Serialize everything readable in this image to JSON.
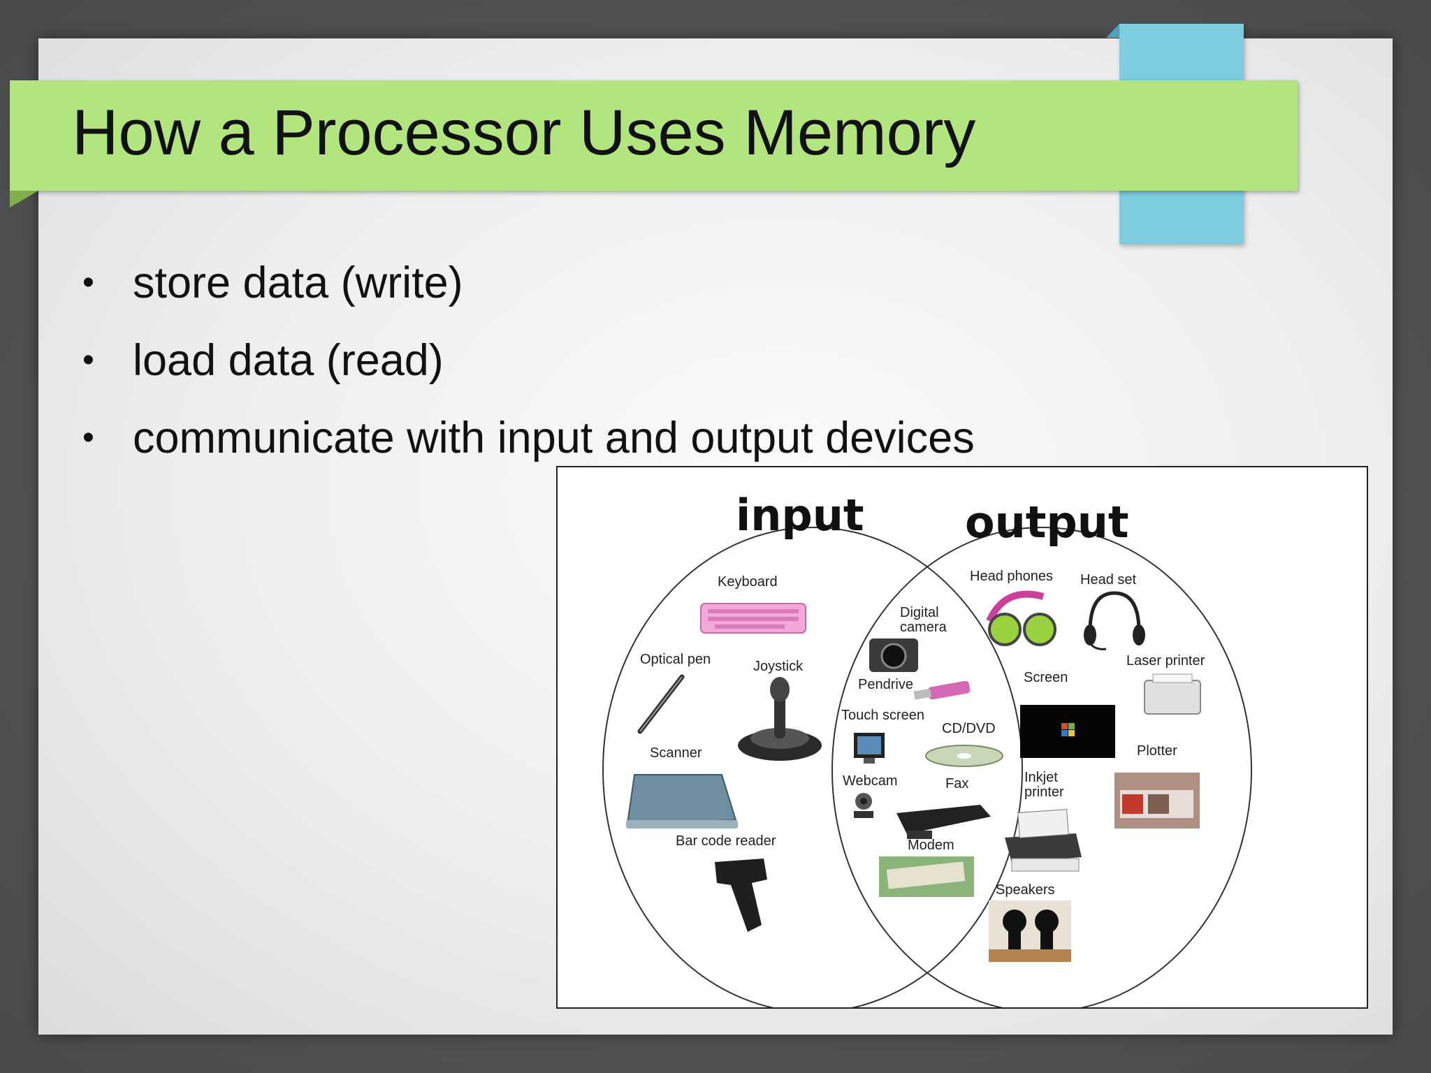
{
  "slide": {
    "title": "How a Processor Uses Memory",
    "bullets": [
      "store data (write)",
      "load data (read)",
      "communicate with input and output devices"
    ],
    "bullet_glyph": "•"
  },
  "diagram": {
    "input_heading": "input",
    "output_heading": "output",
    "input_items": [
      "Keyboard",
      "Optical pen",
      "Joystick",
      "Scanner",
      "Bar code reader"
    ],
    "shared_items": [
      "Digital camera",
      "Pendrive",
      "Touch screen",
      "CD/DVD",
      "Webcam",
      "Fax",
      "Modem"
    ],
    "output_items": [
      "Head phones",
      "Head set",
      "Laser printer",
      "Screen",
      "Plotter",
      "Inkjet printer",
      "Speakers"
    ]
  },
  "colors": {
    "title_band": "#b3e57e",
    "accent_tab": "#7ccde0",
    "background": "#545454"
  }
}
